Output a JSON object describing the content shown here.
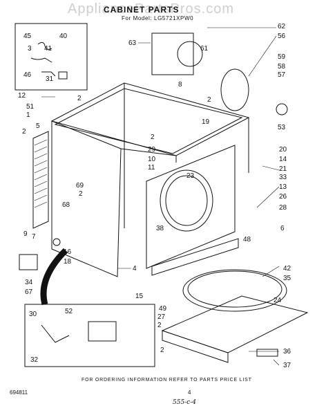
{
  "watermark": "AppliancePartsPros.com",
  "title": "CABINET PARTS",
  "subtitle": "For Model: LG5721XPW0",
  "footer": "FOR ORDERING INFORMATION REFER TO PARTS PRICE LIST",
  "page_number": "4",
  "doc_number": "694811",
  "handwritten": "555-c-4",
  "callouts": {
    "c45": "45",
    "c40": "40",
    "c3": "3",
    "c41": "41",
    "c46": "46",
    "c31": "31",
    "c63": "63",
    "c62": "62",
    "c56": "56",
    "c61": "61",
    "c8": "8",
    "c2a": "2",
    "c59": "59",
    "c58": "58",
    "c57": "57",
    "c53": "53",
    "c12": "12",
    "c2b": "2",
    "c51": "51",
    "c1": "1",
    "c2c": "2",
    "c5": "5",
    "c19": "19",
    "c2d": "2",
    "c29": "29",
    "c10": "10",
    "c11": "11",
    "c20": "20",
    "c14": "14",
    "c21": "21",
    "c23": "23",
    "c33": "33",
    "c13": "13",
    "c26": "26",
    "c28": "28",
    "c6": "6",
    "c69": "69",
    "c2e": "2",
    "c68": "68",
    "c9": "9",
    "c7": "7",
    "c38": "38",
    "c48": "48",
    "c16": "16",
    "c18": "18",
    "c4": "4",
    "c34": "34",
    "c67": "67",
    "c15": "15",
    "c42": "42",
    "c35": "35",
    "c24": "24",
    "c30": "30",
    "c52": "52",
    "c32": "32",
    "c49": "49",
    "c27": "27",
    "c2f": "2",
    "c2g": "2",
    "c36": "36",
    "c37": "37"
  }
}
